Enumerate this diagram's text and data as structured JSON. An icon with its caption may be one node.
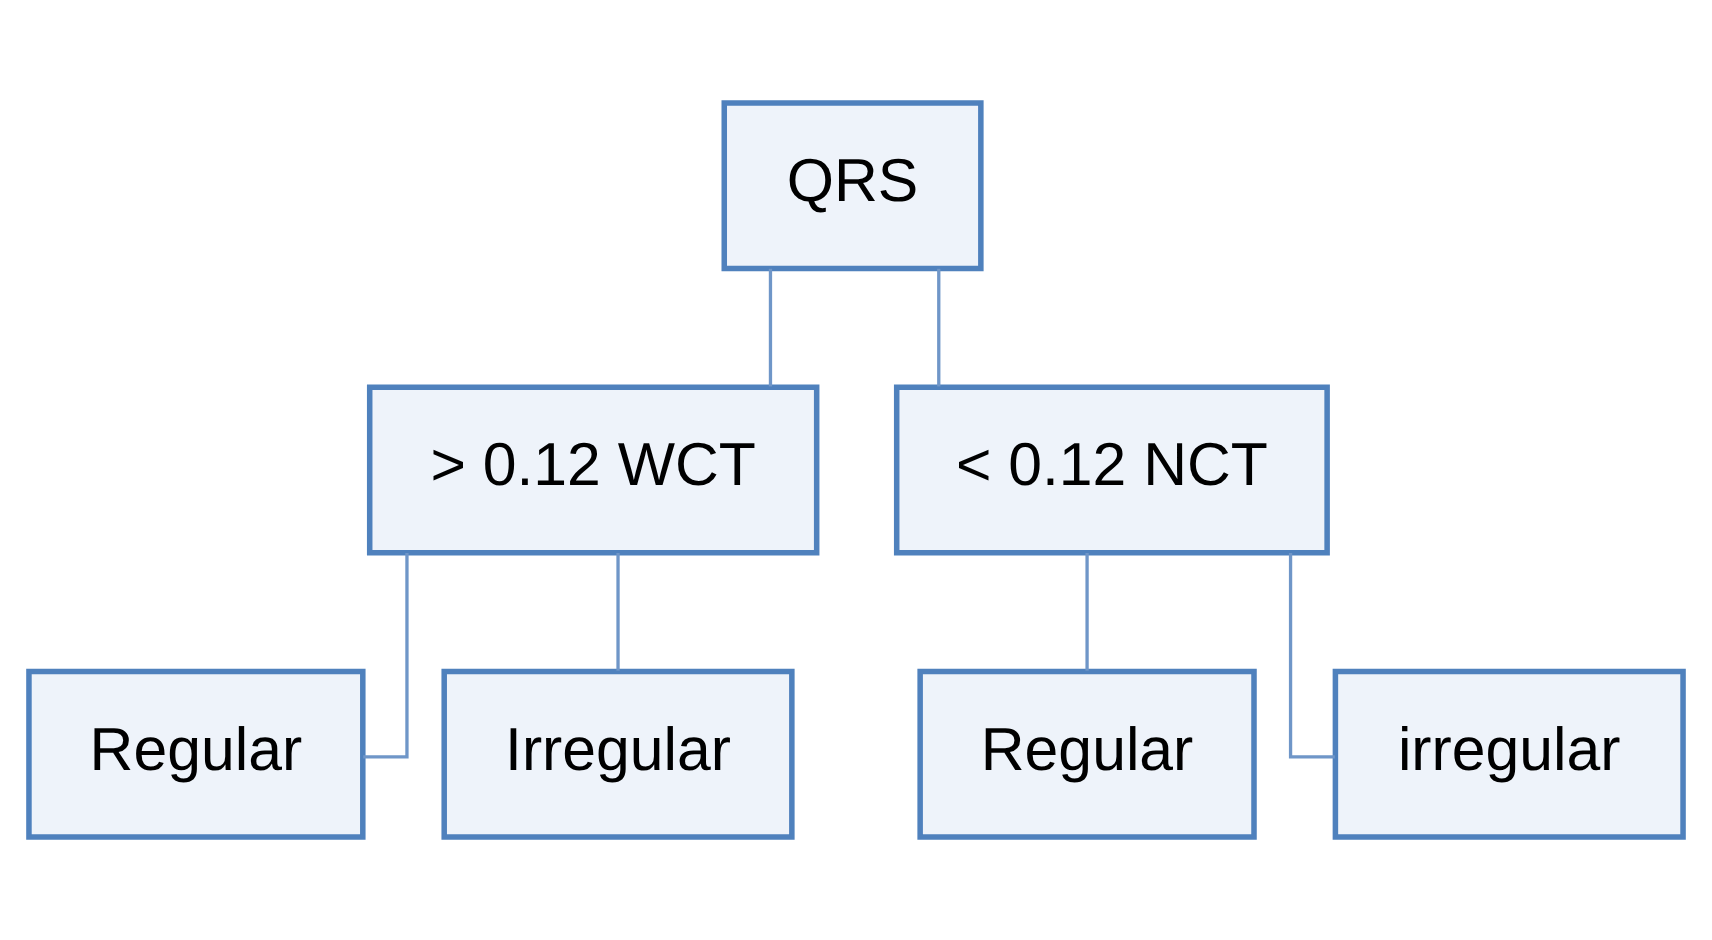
{
  "diagram": {
    "nodes": [
      {
        "text": [
          "QRS"
        ]
      },
      {
        "text": [
          "> 0.12 WCT"
        ]
      },
      {
        "text": [
          "< 0.12 NCT"
        ]
      },
      {
        "text": [
          "Regular"
        ]
      },
      {
        "text": [
          "Irregular"
        ]
      },
      {
        "text": [
          "Regular"
        ]
      },
      {
        "text": [
          "irregular"
        ]
      }
    ],
    "edges": [
      {
        "from": 0,
        "to": 1,
        "arrow": "none"
      },
      {
        "from": 0,
        "to": 2,
        "arrow": "none"
      },
      {
        "from": 1,
        "to": 3,
        "arrow": "none"
      },
      {
        "from": 1,
        "to": 4,
        "arrow": "none"
      },
      {
        "from": 2,
        "to": 5,
        "arrow": "none"
      },
      {
        "from": 2,
        "to": 6,
        "arrow": "none"
      }
    ]
  }
}
